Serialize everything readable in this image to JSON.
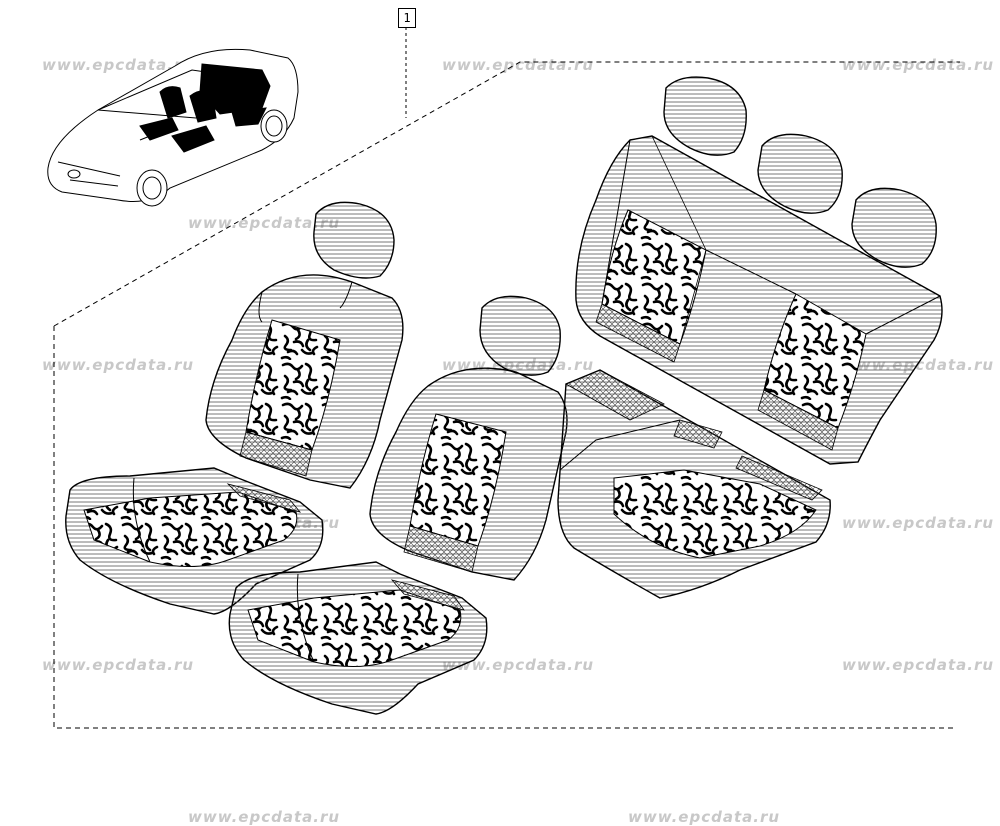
{
  "watermark": {
    "text": "www.epcdata.ru"
  },
  "callout": {
    "part_number": "1"
  },
  "parts": [
    {
      "name": "front-left-headrest"
    },
    {
      "name": "front-left-seatback"
    },
    {
      "name": "front-left-cushion"
    },
    {
      "name": "front-right-headrest"
    },
    {
      "name": "front-right-seatback"
    },
    {
      "name": "front-right-cushion"
    },
    {
      "name": "rear-seatback"
    },
    {
      "name": "rear-headrest-left"
    },
    {
      "name": "rear-headrest-center"
    },
    {
      "name": "rear-headrest-right"
    },
    {
      "name": "rear-cushion"
    }
  ],
  "colors": {
    "line": "#000000",
    "hatch": "#555555",
    "pattern": "#000000",
    "watermark": "#c8c8c8",
    "background": "#ffffff"
  }
}
